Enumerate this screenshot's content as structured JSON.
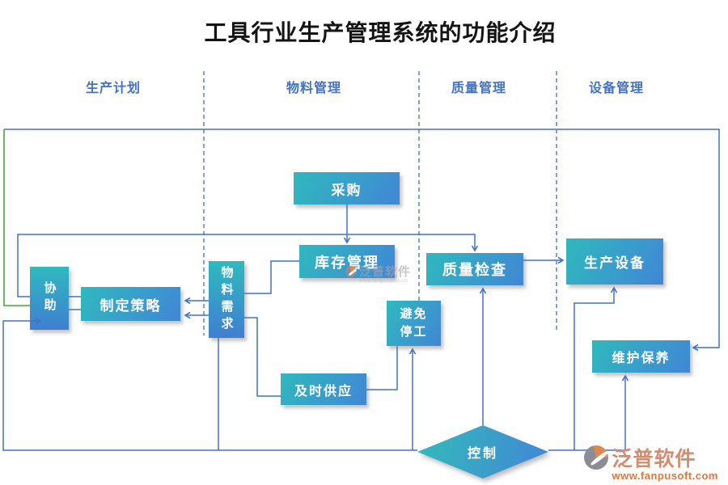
{
  "title": "工具行业生产管理系统的功能介绍",
  "columns": [
    {
      "label": "生产计划"
    },
    {
      "label": "物料管理"
    },
    {
      "label": "质量管理"
    },
    {
      "label": "设备管理"
    }
  ],
  "nodes": {
    "procurement": {
      "label": "采购"
    },
    "inventory": {
      "label": "库存管理"
    },
    "quality_check": {
      "label": "质量检查"
    },
    "equipment": {
      "label": "生产设备"
    },
    "assist": {
      "label": "协助"
    },
    "strategy": {
      "label": "制定策略"
    },
    "material_demand": {
      "label": "物料需求"
    },
    "avoid_stoppage": {
      "label": "避免停工"
    },
    "timely_supply": {
      "label": "及时供应"
    },
    "maintenance": {
      "label": "维护保养"
    },
    "control": {
      "label": "控制"
    }
  },
  "watermarks": {
    "center": {
      "brand": "泛普软件",
      "url": "www.fanpusoft.com"
    },
    "corner": {
      "brand": "泛普软件",
      "url": "www.fanpusoft.com"
    }
  },
  "colors": {
    "connector_blue": "#4472C4",
    "connector_green": "#46A63C",
    "node_gradient_start": "#2FB9BE",
    "node_gradient_end": "#4186D6",
    "header_text": "#4472C4",
    "brand_text": "#D68A6E",
    "url_text": "#E2763C"
  }
}
